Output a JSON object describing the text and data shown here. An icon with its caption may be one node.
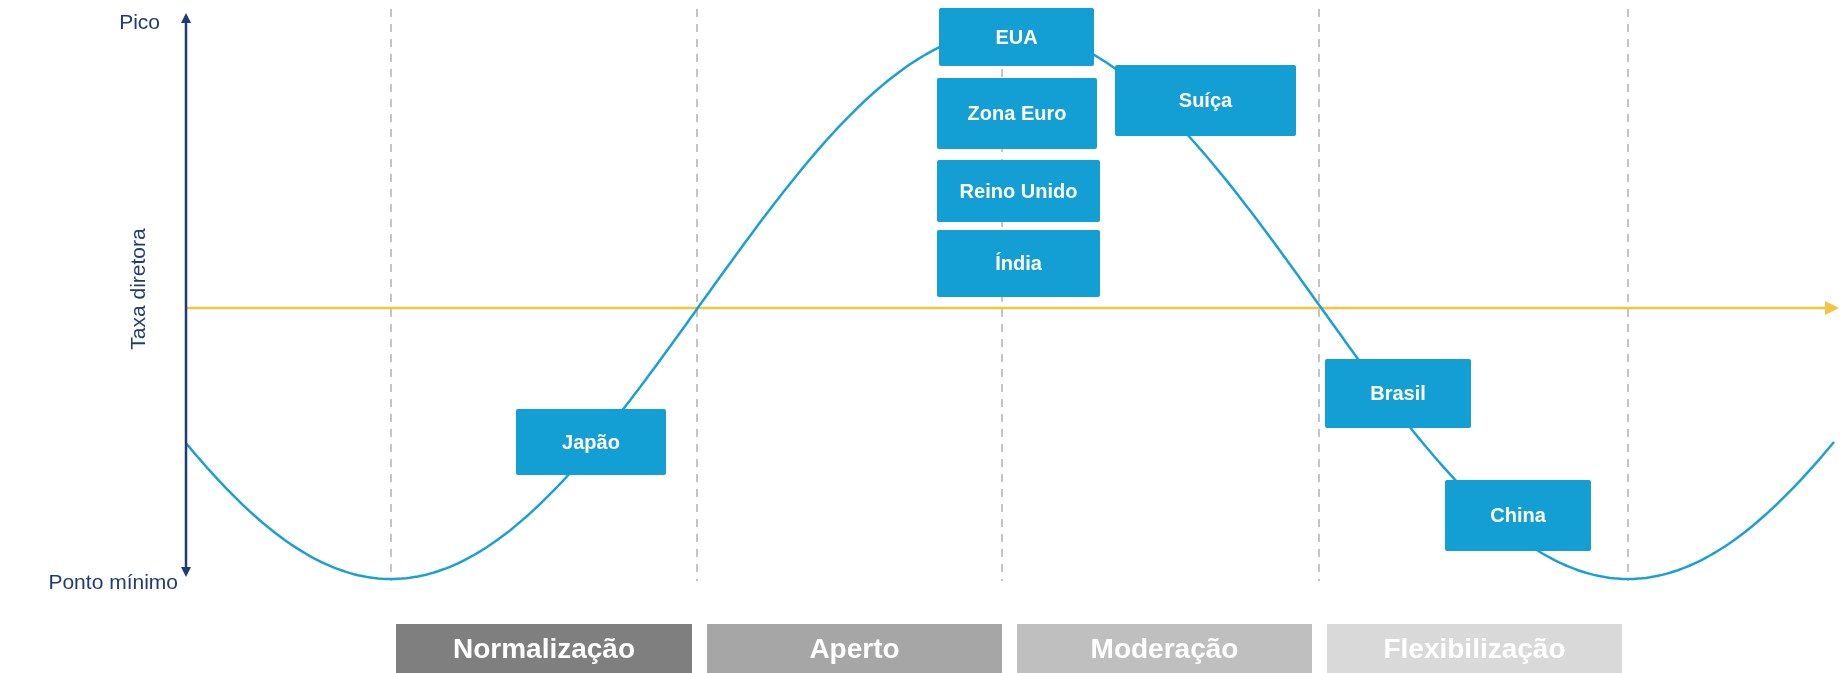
{
  "diagram": {
    "nodes": [
      {
        "text": [
          "EUA"
        ]
      },
      {
        "text": [
          "Suíça"
        ]
      },
      {
        "text": [
          "Zona Euro"
        ]
      },
      {
        "text": [
          "Reino Unido"
        ]
      },
      {
        "text": [
          "Índia"
        ]
      },
      {
        "text": [
          "Brasil"
        ]
      },
      {
        "text": [
          "Japão"
        ]
      },
      {
        "text": [
          "China"
        ]
      },
      {
        "text": [
          "Normalização"
        ]
      },
      {
        "text": [
          "Aperto"
        ]
      },
      {
        "text": [
          "Moderação"
        ]
      },
      {
        "text": [
          "Flexibilização"
        ]
      }
    ],
    "labels": [
      "Pico",
      "Taxa diretora",
      "Ponto mínimo"
    ]
  }
}
